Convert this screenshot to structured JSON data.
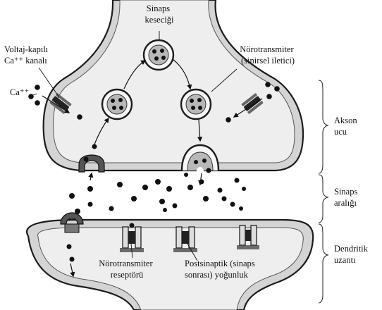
{
  "labels": {
    "sinaps_kesecigi": [
      "Sinaps",
      "keseciği"
    ],
    "voltaj_kanal": [
      "Voltaj-kapılı",
      "Ca⁺⁺ kanalı"
    ],
    "ca_ion": "Ca⁺⁺",
    "norotransmiter_top": [
      "Nörotransmiter",
      "(sinirsel iletici)"
    ],
    "akson_ucu": [
      "Akson",
      "ucu"
    ],
    "sinaps_araligi": [
      "Sinaps",
      "aralığı"
    ],
    "dendritik_uzanti": [
      "Dendritik",
      "uzantı"
    ],
    "norotransmiter_reseptoru": [
      "Nörotransmiter",
      "reseptörü"
    ],
    "postsinaptik": [
      "Postsinaptik (sinaps",
      "sonrası) yoğunluk"
    ]
  }
}
